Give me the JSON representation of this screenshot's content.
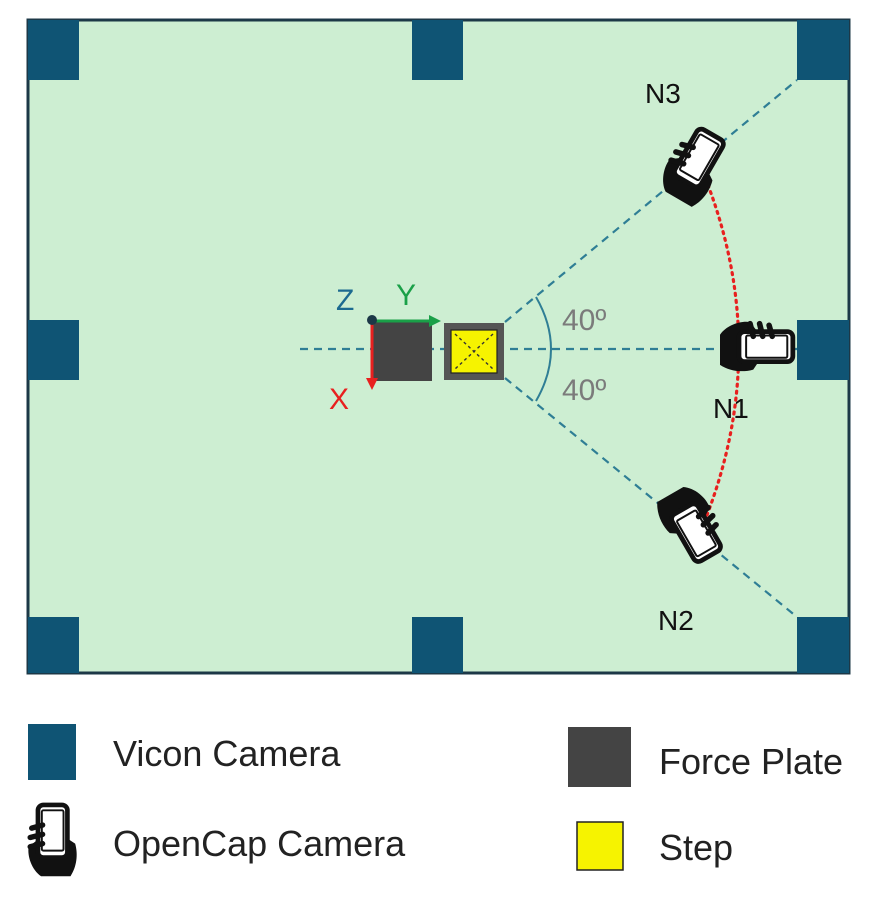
{
  "colors": {
    "room_fill": "#cdeed2",
    "room_border": "#1c3847",
    "vicon": "#0f5474",
    "force_plate": "#444444",
    "step": "#f6f300",
    "sight_line": "#2f7e95",
    "arc": "#e8201f",
    "axis_x": "#e8201f",
    "axis_y": "#1aa048",
    "axis_z": "#1c6a90",
    "angle_text": "#7b7b7b"
  },
  "axes": {
    "z_label": "Z",
    "y_label": "Y",
    "x_label": "X"
  },
  "angles": {
    "upper": "40º",
    "lower": "40º"
  },
  "cameras": {
    "n1": {
      "label": "N1"
    },
    "n2": {
      "label": "N2"
    },
    "n3": {
      "label": "N3"
    }
  },
  "legend": {
    "vicon_camera": "Vicon Camera",
    "opencap_camera": "OpenCap Camera",
    "force_plate": "Force Plate",
    "step": "Step"
  }
}
